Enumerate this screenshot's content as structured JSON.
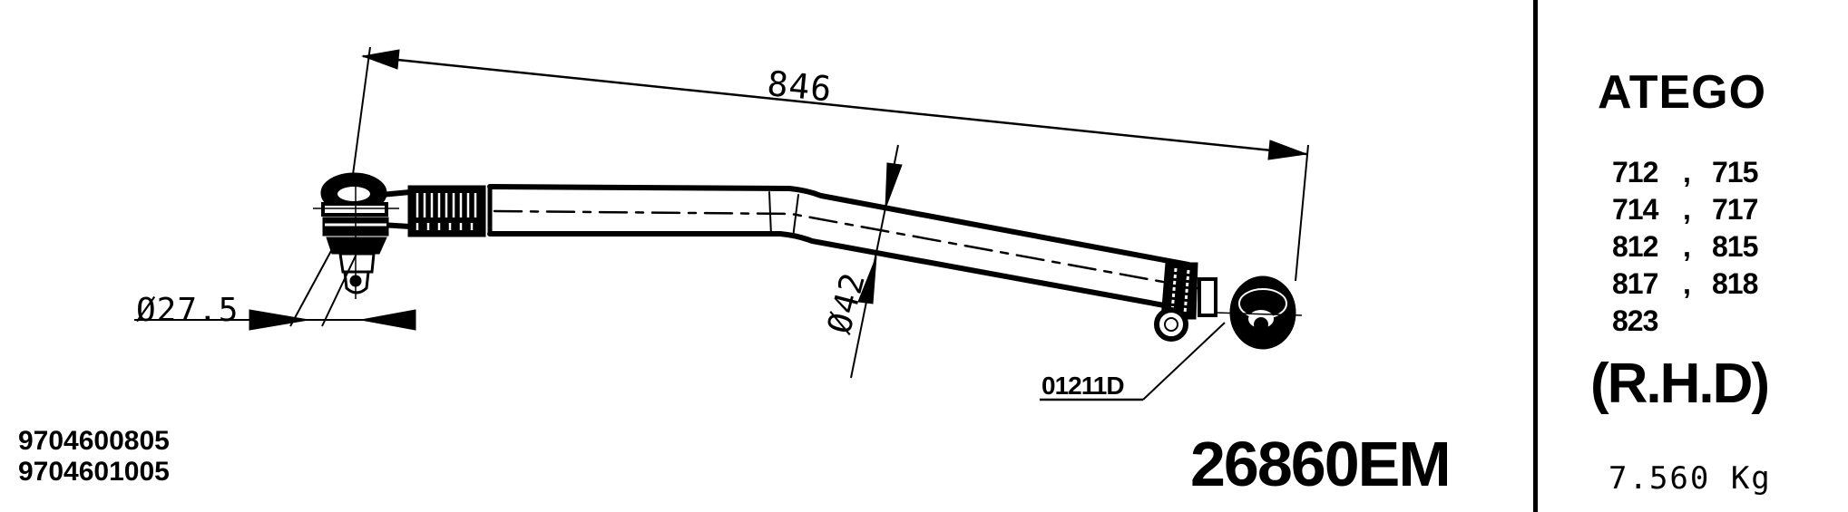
{
  "drawing": {
    "dimensions": {
      "overall_length": "846",
      "ball_stud_diameter": "Ø27.5",
      "tube_diameter": "Ø42"
    },
    "ref_code": "01211D",
    "part_number": "26860EM"
  },
  "oe_numbers": [
    "9704600805",
    "9704601005"
  ],
  "panel": {
    "brand": "ATEGO",
    "models": [
      [
        "712",
        ",",
        "715"
      ],
      [
        "714",
        ",",
        "717"
      ],
      [
        "812",
        ",",
        "815"
      ],
      [
        "817",
        ",",
        "818"
      ],
      [
        "823",
        "",
        ""
      ]
    ],
    "drive": "(R.H.D)",
    "weight": "7.560 Kg"
  },
  "colors": {
    "ink": "#000000",
    "paper": "#ffffff"
  }
}
